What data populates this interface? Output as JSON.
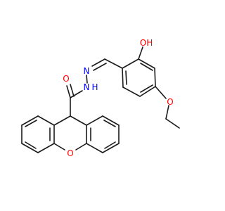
{
  "molecule": {
    "atoms": {
      "oxygen_carbonyl": {
        "text": "O",
        "color": "#ff0000"
      },
      "nitrogen_amide": {
        "text": "N",
        "color": "#0000ff"
      },
      "hydrogen_amide": {
        "text": "H",
        "color": "#0000ff"
      },
      "nitrogen_imine": {
        "text": "N",
        "color": "#0000ff"
      },
      "hydroxyl": {
        "text": "OH",
        "color": "#ff0000"
      },
      "oxygen_ether": {
        "text": "O",
        "color": "#ff0000"
      },
      "oxygen_xanthene": {
        "text": "O",
        "color": "#ff0000"
      }
    },
    "bond_color": "#1a1a1a"
  }
}
